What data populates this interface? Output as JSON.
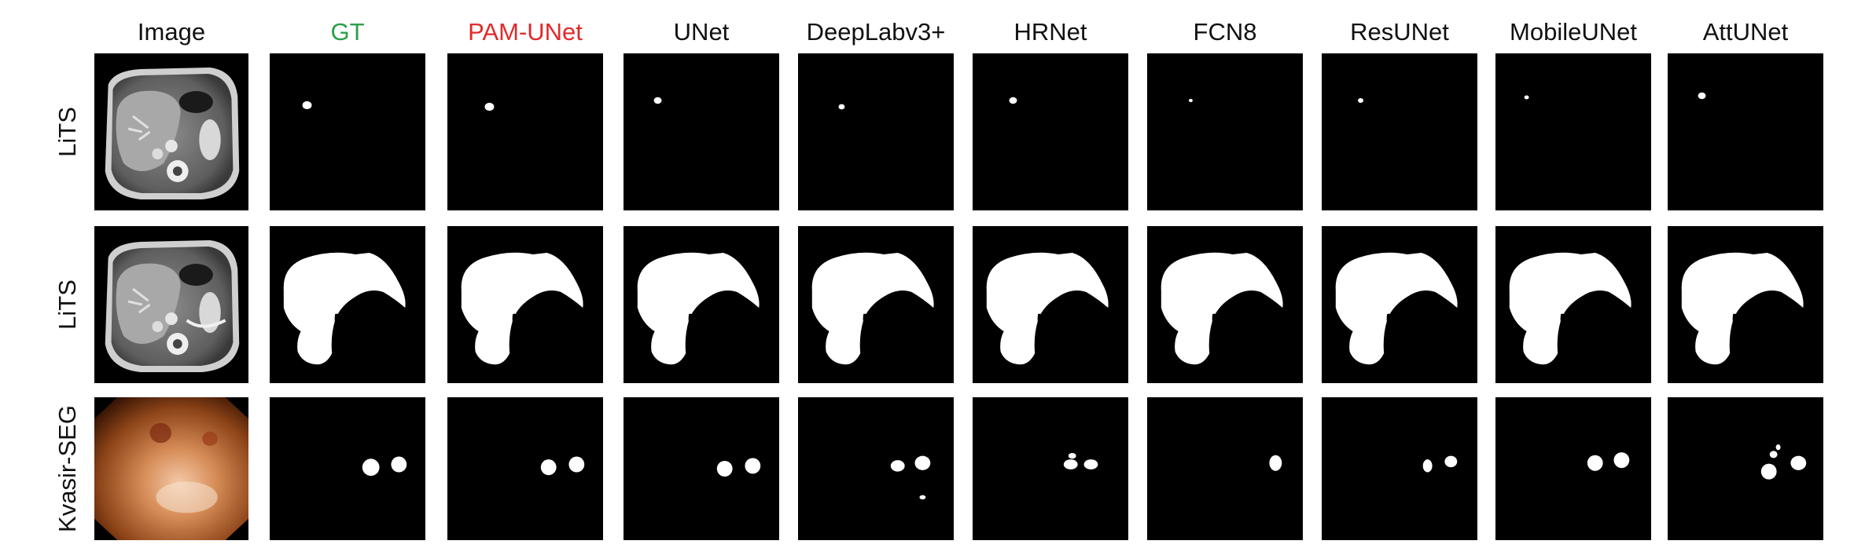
{
  "figure": {
    "columns": [
      {
        "label": "Image",
        "color": "#111111"
      },
      {
        "label": "GT",
        "color": "#2e9e4a"
      },
      {
        "label": "PAM-UNet",
        "color": "#e02a2a"
      },
      {
        "label": "UNet",
        "color": "#111111"
      },
      {
        "label": "DeepLabv3+",
        "color": "#111111"
      },
      {
        "label": "HRNet",
        "color": "#111111"
      },
      {
        "label": "FCN8",
        "color": "#111111"
      },
      {
        "label": "ResUNet",
        "color": "#111111"
      },
      {
        "label": "MobileUNet",
        "color": "#111111"
      },
      {
        "label": "AttUNet",
        "color": "#111111"
      }
    ],
    "rows": [
      {
        "label": "LiTS",
        "kind": "tumor",
        "image": "ct-scan-image"
      },
      {
        "label": "LiTS",
        "kind": "liver",
        "image": "ct-scan-image"
      },
      {
        "label": "Kvasir-SEG",
        "kind": "polyp",
        "image": "endoscopy-image"
      }
    ]
  }
}
